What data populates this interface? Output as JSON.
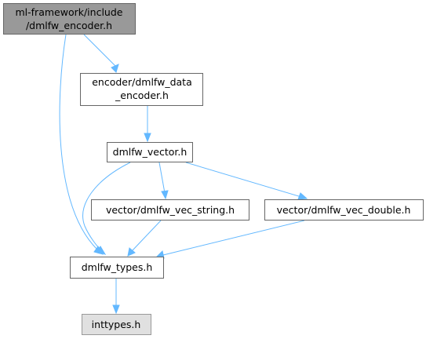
{
  "diagram": {
    "nodes": {
      "root": {
        "lines": [
          "ml-framework/include",
          "/dmlfw_encoder.h"
        ]
      },
      "data_encoder": {
        "lines": [
          "encoder/dmlfw_data",
          "_encoder.h"
        ]
      },
      "vector": {
        "lines": [
          "dmlfw_vector.h"
        ]
      },
      "vec_string": {
        "lines": [
          "vector/dmlfw_vec_string.h"
        ]
      },
      "vec_double": {
        "lines": [
          "vector/dmlfw_vec_double.h"
        ]
      },
      "types": {
        "lines": [
          "dmlfw_types.h"
        ]
      },
      "inttypes": {
        "lines": [
          "inttypes.h"
        ]
      }
    },
    "edges": [
      {
        "from": "root",
        "to": "data_encoder"
      },
      {
        "from": "root",
        "to": "types"
      },
      {
        "from": "data_encoder",
        "to": "vector"
      },
      {
        "from": "vector",
        "to": "vec_string"
      },
      {
        "from": "vector",
        "to": "vec_double"
      },
      {
        "from": "vector",
        "to": "types"
      },
      {
        "from": "vec_string",
        "to": "types"
      },
      {
        "from": "vec_double",
        "to": "types"
      },
      {
        "from": "types",
        "to": "inttypes"
      }
    ],
    "colors": {
      "edge": "#63b8ff",
      "root_fill": "#999999",
      "external_fill": "#e0e0e0",
      "node_border": "#666666"
    }
  }
}
